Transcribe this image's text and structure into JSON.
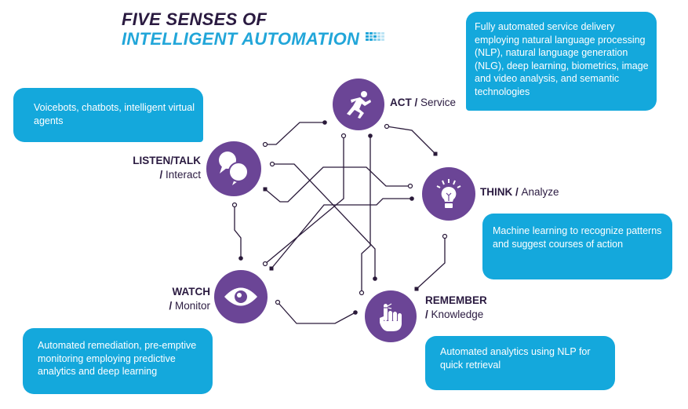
{
  "title": {
    "line1": "FIVE SENSES OF",
    "line2": "INTELLIGENT AUTOMATION"
  },
  "colors": {
    "box": "#14a8dc",
    "circle": "#6b4596",
    "title_dark": "#2a1a40",
    "title_accent": "#22a6d9",
    "lines": "#2a1a3a"
  },
  "senses": [
    {
      "key": "act",
      "name": "ACT",
      "sep": " / ",
      "role": "Service",
      "icon": "running-person-icon",
      "description": "Fully automated service delivery employing natural language processing (NLP), natural language generation (NLG), deep learning, biometrics, image and video analysis, and semantic technologies"
    },
    {
      "key": "listen",
      "name": "LISTEN/TALK",
      "sep": "/ ",
      "role": "Interact",
      "icon": "speech-bubbles-icon",
      "description": "Voicebots, chatbots, intelligent virtual agents"
    },
    {
      "key": "think",
      "name": "THINK",
      "sep": " / ",
      "role": "Analyze",
      "icon": "lightbulb-icon",
      "description": "Machine learning to recognize patterns and suggest courses of action"
    },
    {
      "key": "watch",
      "name": "WATCH",
      "sep": "/ ",
      "role": "Monitor",
      "icon": "eye-icon",
      "description": "Automated remediation, pre-emptive monitoring employing predictive analytics and deep learning"
    },
    {
      "key": "remember",
      "name": "REMEMBER",
      "sep": "/ ",
      "role": "Knowledge",
      "icon": "finger-string-icon",
      "description": "Automated analytics using NLP for quick retrieval"
    }
  ]
}
